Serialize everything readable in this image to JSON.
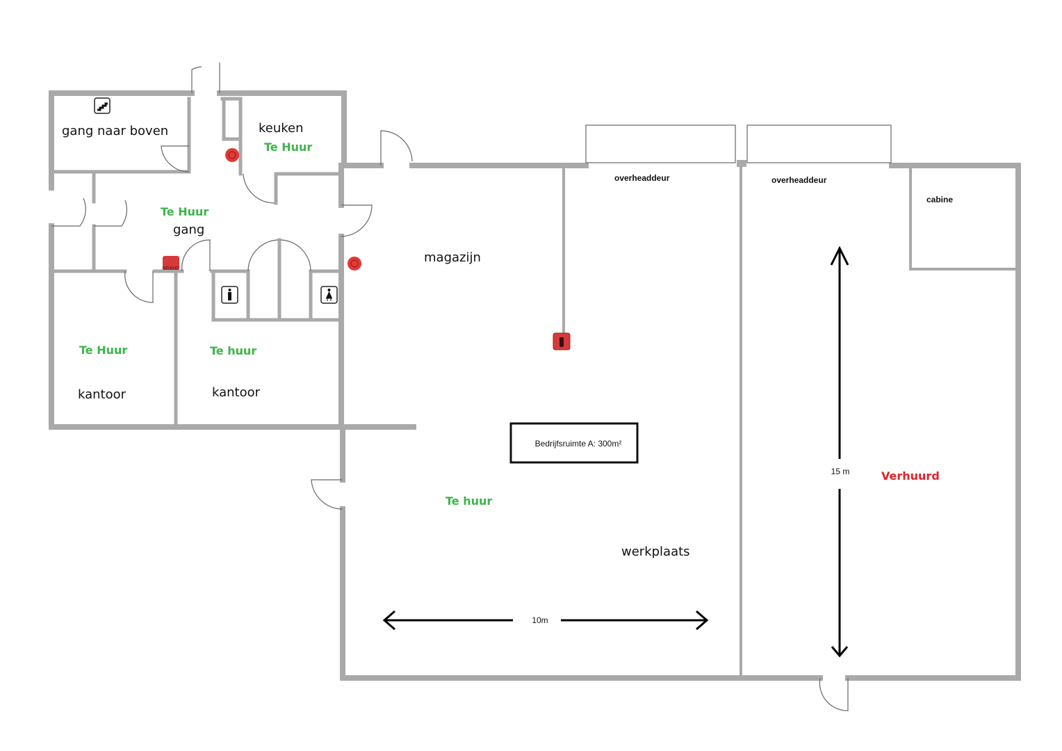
{
  "rooms": {
    "gang_naar_boven": "gang naar boven",
    "keuken": "keuken",
    "keuken_status": "Te Huur",
    "gang": "gang",
    "gang_status": "Te Huur",
    "kantoor1": "kantoor",
    "kantoor1_status": "Te Huur",
    "kantoor2": "kantoor",
    "kantoor2_status": "Te huur",
    "magazijn": "magazijn",
    "werkplaats": "werkplaats",
    "werkplaats_status": "Te huur",
    "cabine": "cabine",
    "right_unit_status": "Verhuurd"
  },
  "doors": {
    "overhead1": "overheaddeur",
    "overhead2": "overheaddeur"
  },
  "info_box": "Bedrijfsruimte A: 300m²",
  "dimensions": {
    "width": "10m",
    "depth": "15 m"
  },
  "icons": {
    "brand": "BRAND"
  },
  "colors": {
    "available": "#3bb54a",
    "rented": "#e0242b",
    "wall": "#a9a9a9"
  }
}
